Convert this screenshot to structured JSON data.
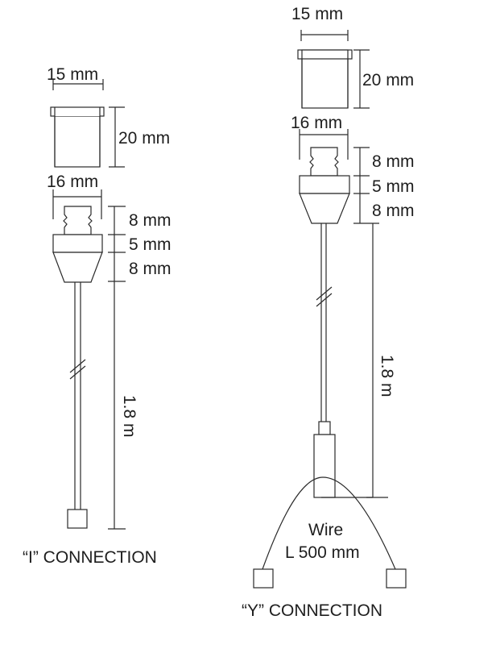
{
  "i_connection": {
    "title": "“I” CONNECTION",
    "cap_width": "15 mm",
    "cap_height": "20 mm",
    "connector_width": "16 mm",
    "segment_top": "8 mm",
    "segment_middle": "5 mm",
    "segment_bottom": "8 mm",
    "cable_length": "1.8 m"
  },
  "y_connection": {
    "title": "“Y” CONNECTION",
    "cap_width": "15 mm",
    "cap_height": "20 mm",
    "connector_width": "16 mm",
    "segment_top": "8 mm",
    "segment_middle": "5 mm",
    "segment_bottom": "8 mm",
    "cable_length": "1.8 m",
    "wire_label": "Wire",
    "wire_length": "L 500 mm"
  }
}
